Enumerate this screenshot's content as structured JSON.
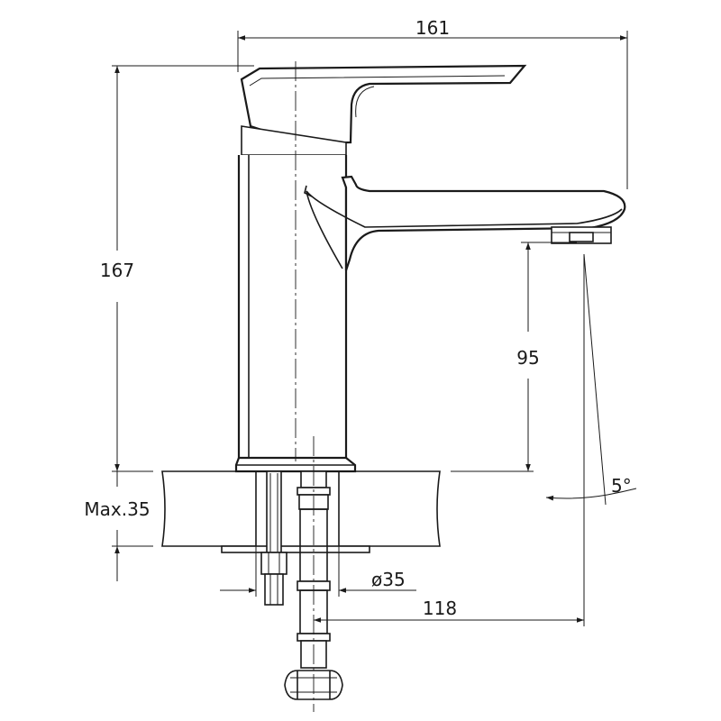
{
  "dimensions": {
    "total_width": "161",
    "total_height": "167",
    "spout_height": "95",
    "max_thickness": "Max.35",
    "hole_diameter": "ø35",
    "reach": "118",
    "angle": "5°"
  },
  "colors": {
    "line": "#1a1a1a",
    "background": "#ffffff"
  }
}
